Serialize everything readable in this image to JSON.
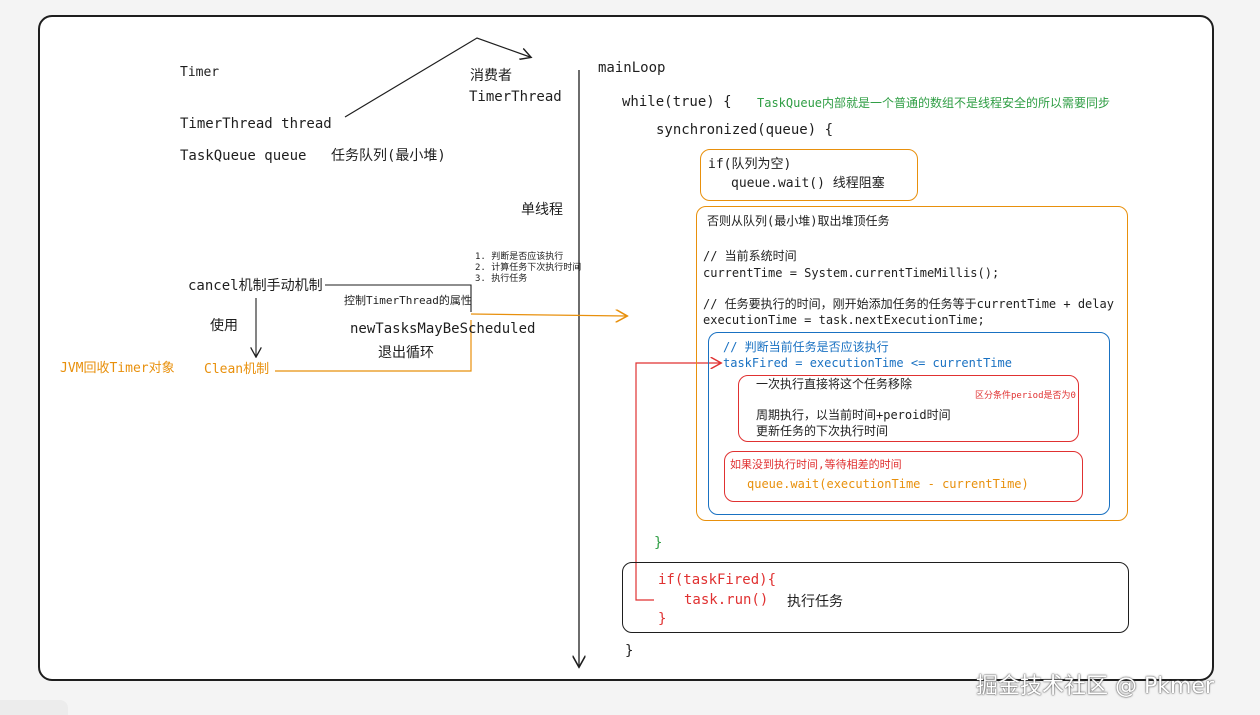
{
  "left": {
    "timer": "Timer",
    "timer_thread_field": "TimerThread thread",
    "task_queue_field": "TaskQueue queue",
    "task_queue_note": "任务队列(最小堆)",
    "consumer_line1": "消费者",
    "consumer_line2": "TimerThread",
    "single_thread": "单线程",
    "steps": [
      "1. 判断是否应该执行",
      "2. 计算任务下次执行时间",
      "3. 执行任务"
    ],
    "cancel_mechanism": "cancel机制手动机制",
    "control_attr": "控制TimerThread的属性",
    "use": "使用",
    "new_tasks_flag": "newTasksMayBeScheduled",
    "exit_loop": "退出循环",
    "jvm_recycle": "JVM回收Timer对象",
    "clean_mechanism": "Clean机制"
  },
  "right": {
    "main_loop": "mainLoop",
    "while_true": "while(true) {",
    "queue_note": "TaskQueue内部就是一个普通的数组不是线程安全的所以需要同步",
    "synchronized": "synchronized(queue) {",
    "if_empty": "if(队列为空)",
    "queue_wait": "queue.wait()  线程阻塞",
    "else_take": "否则从队列(最小堆)取出堆顶任务",
    "comment_current_time": "// 当前系统时间",
    "current_time_code": "currentTime = System.currentTimeMillis();",
    "comment_exec_time": "// 任务要执行的时间，刚开始添加任务的任务等于currentTime + delay",
    "exec_time_code": "executionTime = task.nextExecutionTime;",
    "comment_should_run": "// 判断当前任务是否应该执行",
    "task_fired_code": "taskFired = executionTime <= currentTime",
    "once_remove": "一次执行直接将这个任务移除",
    "period_note": "区分条件period是否为0",
    "periodic_exec": "周期执行，以当前时间+peroid时间",
    "update_next": "更新任务的下次执行时间",
    "not_yet": "如果没到执行时间,等待相差的时间",
    "wait_diff": "queue.wait(executionTime - currentTime)",
    "close_sync": "}",
    "if_fired": "if(taskFired){",
    "task_run": "task.run()",
    "run_task_label": "执行任务",
    "close_if": "}",
    "close_while": "}"
  },
  "watermark": "掘金技术社区 @ Pkmer",
  "colors": {
    "stroke": "#1e1e1e",
    "orange": "#e8900c",
    "green": "#2f9e44",
    "red": "#e03131",
    "blue": "#1971c2"
  }
}
